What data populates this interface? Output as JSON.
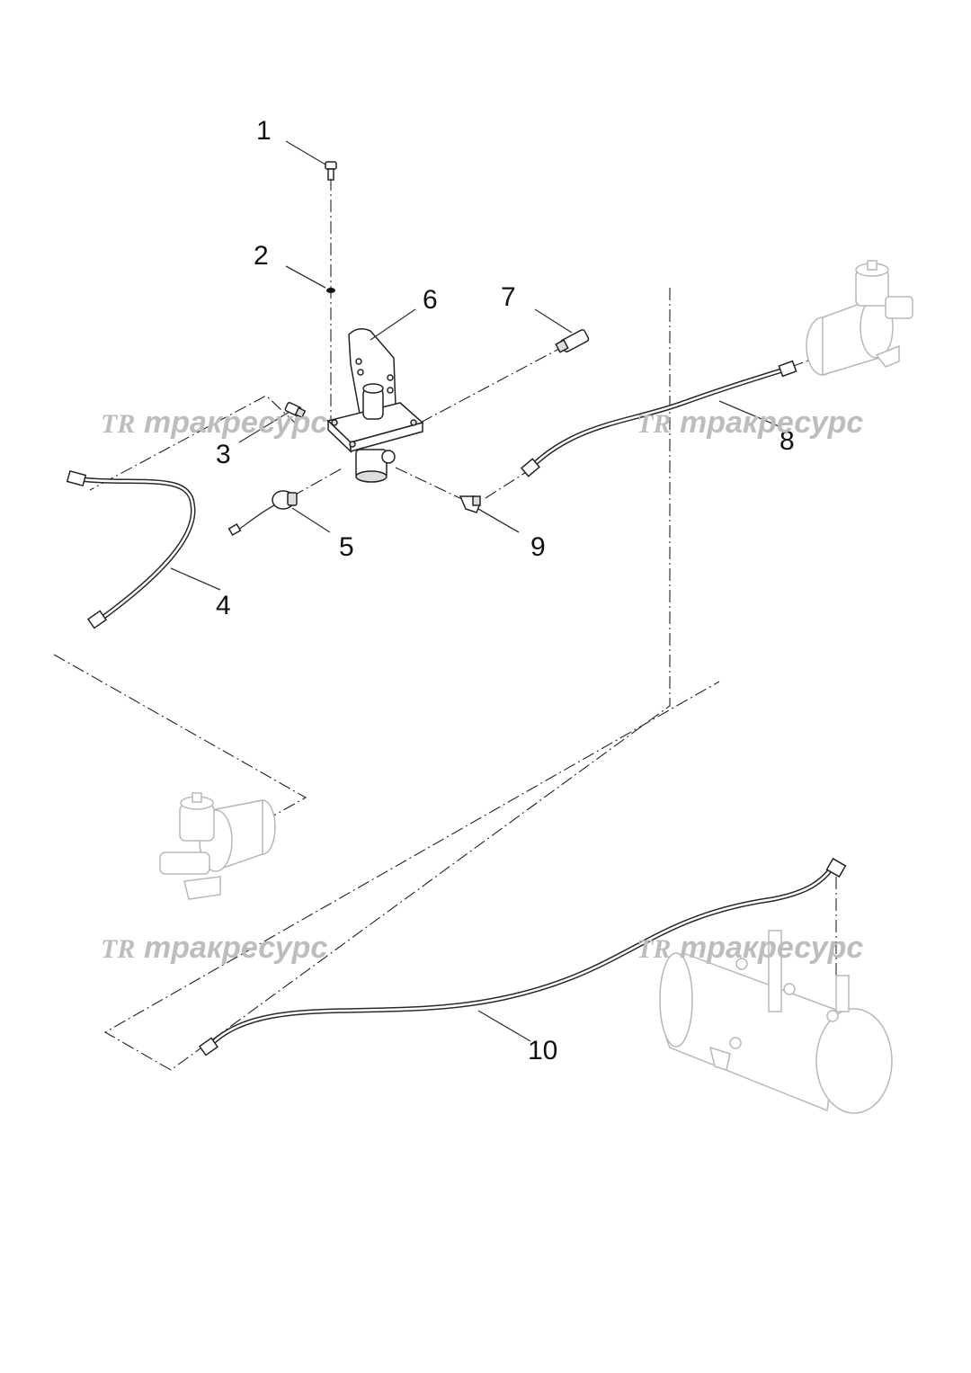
{
  "callouts": {
    "c1": "1",
    "c2": "2",
    "c3": "3",
    "c4": "4",
    "c5": "5",
    "c6": "6",
    "c7": "7",
    "c8": "8",
    "c9": "9",
    "c10": "10"
  },
  "watermark": {
    "logo": "TR",
    "text": "тракресурс"
  },
  "colors": {
    "line": "#222222",
    "ghost": "#b8b8b8",
    "watermark": "#bdbdbd"
  }
}
